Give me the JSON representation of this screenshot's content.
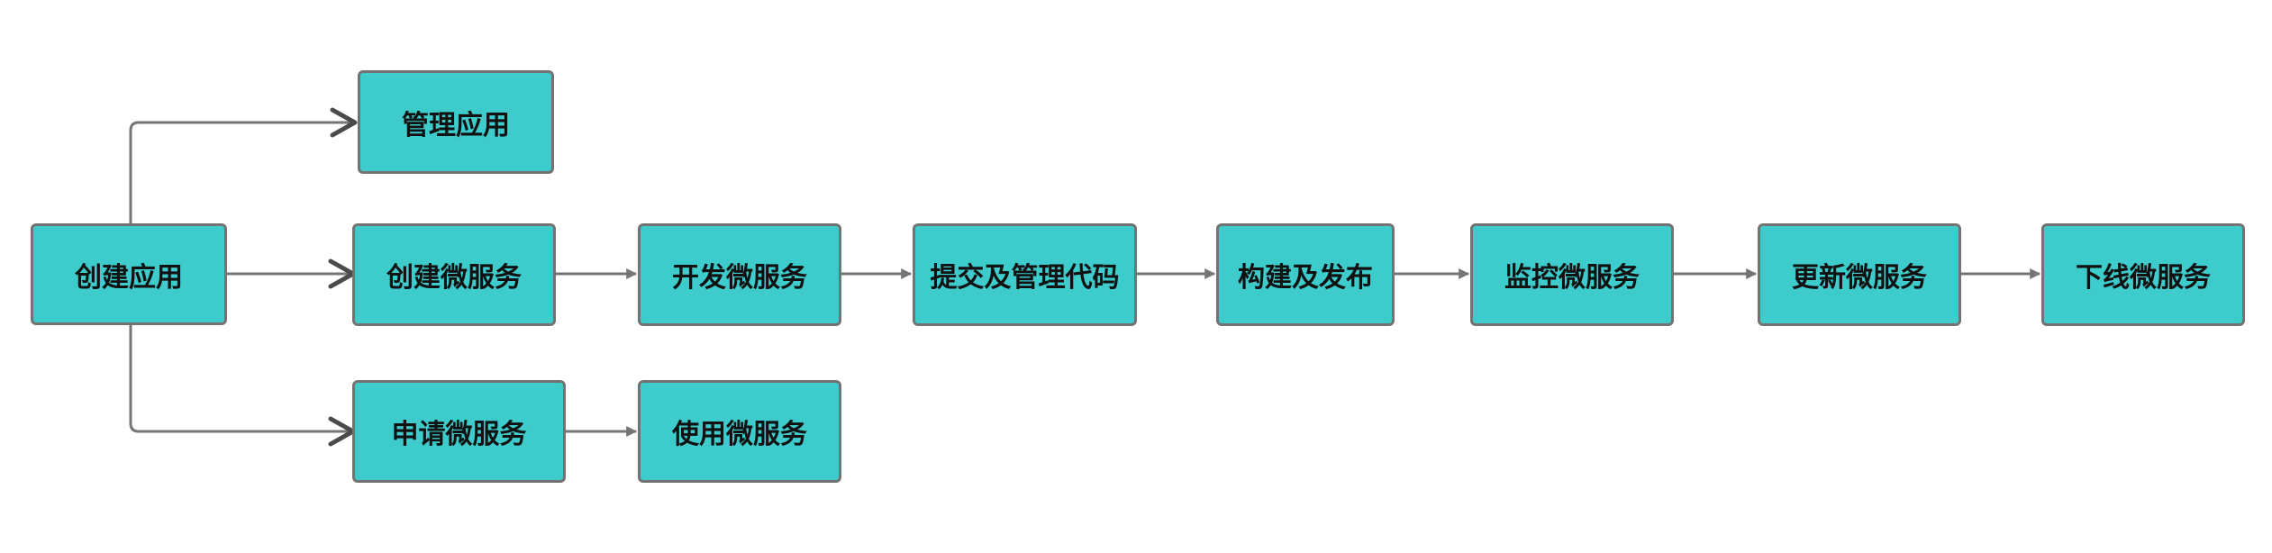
{
  "diagram": {
    "nodes": {
      "create_app": "创建应用",
      "manage_app": "管理应用",
      "create_ms": "创建微服务",
      "develop_ms": "开发微服务",
      "commit_code": "提交及管理代码",
      "build_release": "构建及发布",
      "monitor_ms": "监控微服务",
      "update_ms": "更新微服务",
      "offline_ms": "下线微服务",
      "apply_ms": "申请微服务",
      "use_ms": "使用微服务"
    },
    "edges": [
      [
        "create_app",
        "manage_app"
      ],
      [
        "create_app",
        "create_ms"
      ],
      [
        "create_app",
        "apply_ms"
      ],
      [
        "create_ms",
        "develop_ms"
      ],
      [
        "develop_ms",
        "commit_code"
      ],
      [
        "commit_code",
        "build_release"
      ],
      [
        "build_release",
        "monitor_ms"
      ],
      [
        "monitor_ms",
        "update_ms"
      ],
      [
        "update_ms",
        "offline_ms"
      ],
      [
        "apply_ms",
        "use_ms"
      ]
    ],
    "colors": {
      "node_fill": "#3ecbcb",
      "node_border": "#737373",
      "connector": "#757575",
      "text": "#111111"
    }
  }
}
